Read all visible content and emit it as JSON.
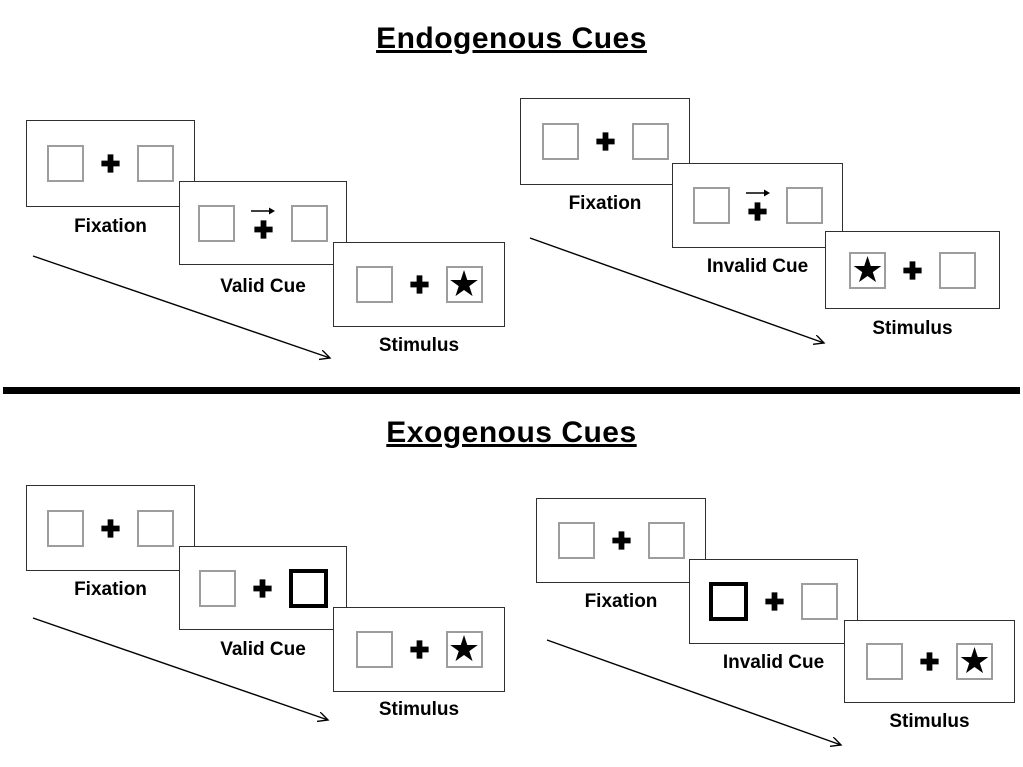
{
  "diagram": {
    "glyphs": {
      "star": "★"
    },
    "colors": {
      "background": "#ffffff",
      "panel_border": "#2f2f2f",
      "placeholder_box_border": "#9d9d9d",
      "highlighted_box_border": "#000000",
      "ink": "#000000"
    },
    "sections": [
      {
        "title": "Endogenous Cues",
        "sequences": [
          {
            "name": "valid",
            "panels": [
              {
                "label": "Fixation",
                "left_box": "empty",
                "center_cue": "fixation-cross",
                "right_box": "empty"
              },
              {
                "label": "Valid Cue",
                "left_box": "empty",
                "center_cue": "right-arrow-above-fixation-cross",
                "right_box": "empty"
              },
              {
                "label": "Stimulus",
                "left_box": "empty",
                "center_cue": "fixation-cross",
                "right_box": "star"
              }
            ]
          },
          {
            "name": "invalid",
            "panels": [
              {
                "label": "Fixation",
                "left_box": "empty",
                "center_cue": "fixation-cross",
                "right_box": "empty"
              },
              {
                "label": "Invalid Cue",
                "left_box": "empty",
                "center_cue": "right-arrow-above-fixation-cross",
                "right_box": "empty"
              },
              {
                "label": "Stimulus",
                "left_box": "star",
                "center_cue": "fixation-cross",
                "right_box": "empty"
              }
            ]
          }
        ]
      },
      {
        "title": "Exogenous Cues",
        "sequences": [
          {
            "name": "valid",
            "panels": [
              {
                "label": "Fixation",
                "left_box": "empty",
                "center_cue": "fixation-cross",
                "right_box": "empty"
              },
              {
                "label": "Valid Cue",
                "left_box": "empty",
                "center_cue": "fixation-cross",
                "right_box": "highlighted"
              },
              {
                "label": "Stimulus",
                "left_box": "empty",
                "center_cue": "fixation-cross",
                "right_box": "star"
              }
            ]
          },
          {
            "name": "invalid",
            "panels": [
              {
                "label": "Fixation",
                "left_box": "empty",
                "center_cue": "fixation-cross",
                "right_box": "empty"
              },
              {
                "label": "Invalid Cue",
                "left_box": "highlighted",
                "center_cue": "fixation-cross",
                "right_box": "empty"
              },
              {
                "label": "Stimulus",
                "left_box": "empty",
                "center_cue": "fixation-cross",
                "right_box": "star"
              }
            ]
          }
        ]
      }
    ]
  }
}
